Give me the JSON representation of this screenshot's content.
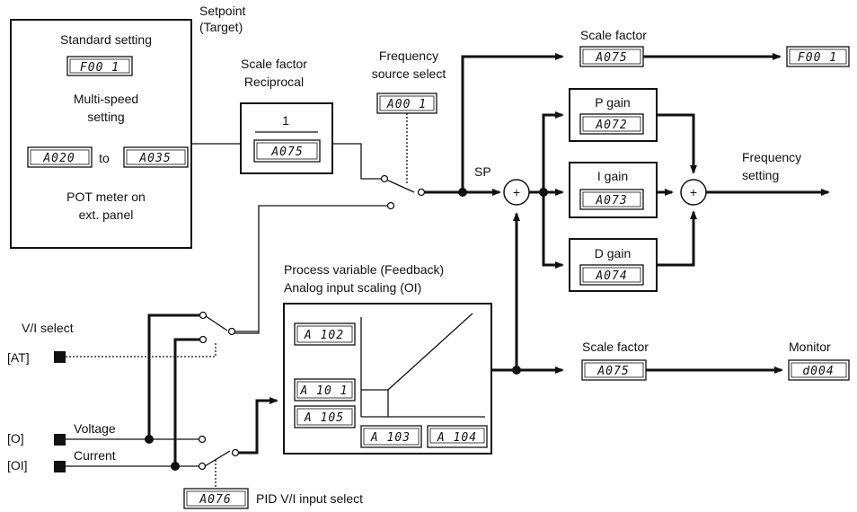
{
  "labels": {
    "setpoint_target": [
      "Setpoint",
      "(Target)"
    ],
    "standard_setting": "Standard setting",
    "multi_speed": [
      "Multi-speed",
      "setting"
    ],
    "to": "to",
    "pot_meter": [
      "POT meter on",
      "ext. panel"
    ],
    "scale_factor_reciprocal": [
      "Scale factor",
      "Reciprocal"
    ],
    "reciprocal_one": "1",
    "frequency_source_select": [
      "Frequency",
      "source select"
    ],
    "sp": "SP",
    "scale_factor_top": "Scale factor",
    "p_gain": "P gain",
    "i_gain": "I gain",
    "d_gain": "D gain",
    "frequency_setting": [
      "Frequency",
      "setting"
    ],
    "process_variable": [
      "Process variable (Feedback)",
      "Analog input scaling (OI)"
    ],
    "vi_select": "V/I select",
    "at_terminal": "[AT]",
    "o_terminal": "[O]",
    "oi_terminal": "[OI]",
    "voltage": "Voltage",
    "current": "Current",
    "scale_factor_bottom": "Scale factor",
    "monitor": "Monitor",
    "pid_vi_input_select": "PID V/I input select",
    "sum_sign": "+"
  },
  "params": {
    "f001_in": "F00 1",
    "a020": "A020",
    "a035": "A035",
    "a075_recip": "A075",
    "a001": "A00 1",
    "a075_top": "A075",
    "f001_out": "F00 1",
    "a072": "A072",
    "a073": "A073",
    "a074": "A074",
    "a102": "A 102",
    "a101": "A 10 1",
    "a105": "A 105",
    "a103": "A 103",
    "a104": "A 104",
    "a075_bottom": "A075",
    "d004": "d004",
    "a076": "A076"
  }
}
